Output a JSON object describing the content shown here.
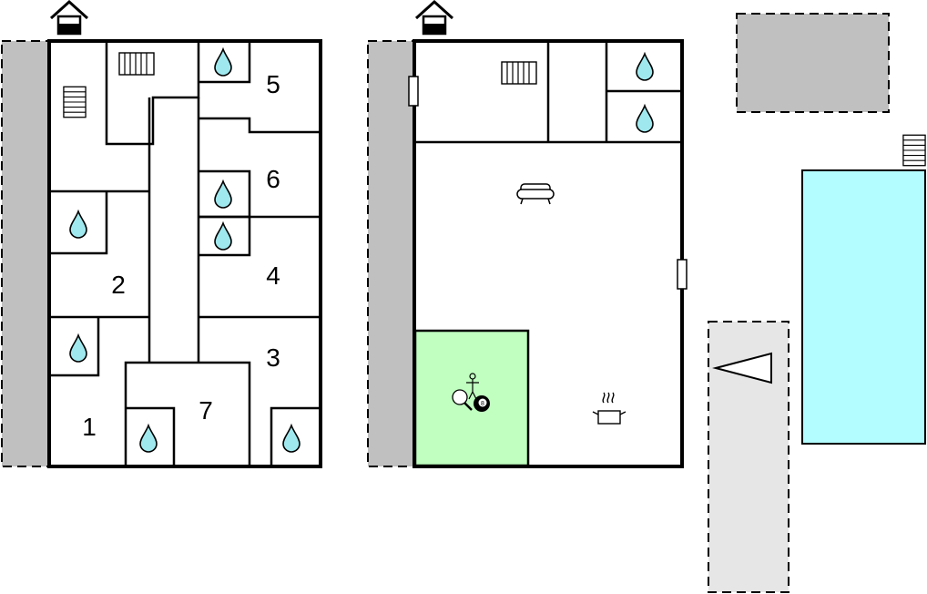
{
  "floor_left": {
    "rooms": [
      {
        "name": "room-1",
        "label": "1"
      },
      {
        "name": "room-2",
        "label": "2"
      },
      {
        "name": "room-3",
        "label": "3"
      },
      {
        "name": "room-4",
        "label": "4"
      },
      {
        "name": "room-5",
        "label": "5"
      },
      {
        "name": "room-6",
        "label": "6"
      },
      {
        "name": "room-7",
        "label": "7"
      }
    ],
    "icons": [
      "house-entrance-icon",
      "stairs-icon",
      "water-drop-icon"
    ]
  },
  "floor_right": {
    "icons": [
      "house-entrance-icon",
      "radiator-icon",
      "water-drop-icon",
      "sofa-icon",
      "cooking-pot-icon",
      "table-tennis-icon",
      "billiard-ball-icon",
      "table-football-icon"
    ],
    "billiard_ball_number": "8"
  },
  "outside": {
    "icons": [
      "stairs-icon",
      "parking-arrow-icon"
    ]
  },
  "colors": {
    "wall": "#000000",
    "terrace": "#c0c0c0",
    "parking": "#e6e6e6",
    "pool": "#b3fcff",
    "water": "#9fe8ee",
    "games_room": "#c0ffc0"
  }
}
